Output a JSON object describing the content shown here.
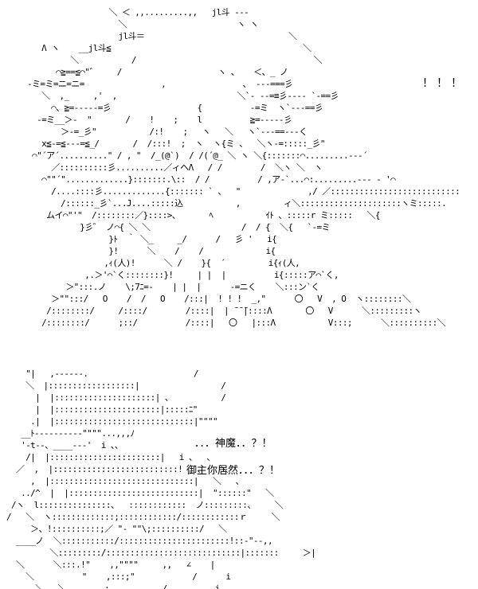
{
  "panel_top": {
    "exclaim": "！！！",
    "art": "                  ＼ ＜ ,,.........,,   jl斗 ‐‐‐\n                    ＼                       ヽ ヽ\n                    jl斗＝                              ＼\n    Λ ヽ    __jl斗≦                                        ＼\n          ＼           /                                     ＼\n       ⌒≧==≦⌒\"゛    /                    ヽ 、   ＜、_ ノ\n ‐ミ=ミ=ニ=ニ=                ,                、 ‐‐‐===彡\n    ＼  ,_     ,'  ,                         ＼`‐ ‐‐=≡彡‐‐‐‐ `‐==彡\n      ⌒、≧=‐‐‐‐‐=彡                  {          -=ミ  ヽ`‐‐‐==彡\n   -=ミ__＞‐  \"       /    !    ;    l          ≧=‐‐‐‐‐彡\n        ＞‐=_彡\"           /:!    ;   ヽ   ＼   ヽ`‐‐‐==‐‐‐く\n    x≦‐=≦‐‐‐=≦_/       /  /:::!  ;  ヽ  ヽ{ミ 、  ＼ヽ‐=:::::_彡\"\n  ⌒\"´ア´..........\" / , \"  /_(@`)  / /(´@_ ＼ ヽ ＼{:::::::⌒.........‐‐‐´\n      ／::::::::::彡..........／ィヘΛ   / /        /  ＼ヽ ＼  ヽ\n    ⌒\"\"´\".............}:::::::.\\::  / /          / ,ア‐`...⌒:.........‐‐‐ ‐ '⌒\n      /....::::彡.............{::::::: ` 、  \"              ,/ ／:::::::::::::::::::::::::::\n        /::::::_彡`...J....:::::込           ,         ィ＼:::::::::::::::::::::ヽミ:::::.\n     ムイ⌒\"'\"  /::::::::／}::::>、      ﾍ           ｲﾄ 、:::::r ミ:::::   ＼{\n            }彡゛ ノ⌒{ ＼ ＼                   /  / {  ＼{   `‐=ミ\n                  }ﾄ  ｀ ＼_     _/      /   彡 '   i{\n                  }!      ＼    /    /             i{\n                 ,ｨ(人)!      ＼ /    }{  ´         i{ｨ(人,\n             ,.＞'⌒`く::::::::}!     | |  |          i{:::::ア⌒`く,\n         ＞\":::.ノ    \\;7ﾆ=‐    | |  |      ‐=ニく    ＼:::ン`く\n      ＞\"\":::/   O    /  /   O    /:::|  ! ! !  _,\"      〇   V  , O  ヽ::::::::＼\n     /::::::::/     /::::/        /::::|  | ̄ ̄ ̄|::::Λ       〇   V      ＼:::::::::ヽ\n    /::::::::/      ;::/          /::::|   〇   |:::Λ           V:::;      ＼::::::::::＼"
  },
  "panel_bottom": {
    "art": "    \"|   ,‐‐‐‐‐‐.                      /\n    ＼  |::::::::::::::::::|                 /\n      |  |:::::::::::::::::::::| 、          /\n      |  |::::::::::::::::::::::|:::::ﾆ\"\n     .|  |:::::::::::::::::::::::::::::|\"\"\"\"\n   __ﾄ-‐‐‐‐‐‐‐‐‐\"\"\"\"...,,,ﾉ\n   '-t‐-、____-‐‐'  i 、、\n    /|  |:::::::::::::::::::::::|   i 、  、\n  ／  ,  |::::::::::::::::::::::::::!   、   ＼\n     ,  |::::::::::::::::::::::::::::::|   ＼   、\n   ../^  |  |:::::::::::::::::::::::::::|  \"::::::\"   ＼\n /ヽ  l:::::::::::::::、  ::::::::::::  ノ:::::::::、    ＼\n/   ＼  ヽ:::::::::::::;::::::::::::/::::::::::::ｒ     ＼\n     ＞、!::::::::::;／ \"‐ \"\"\\;::::::::::/   ＼\n  ____ノ  ＼:::::::::::/:::::::::::::::::::::::!::‐\"‐‐,,\n         ＼:::::::::/::::::::::::::::::::::::::::|:::::::     ＞|\n  ＼      ＼:::.!\"    ,,\"\"\"\"     ,,   ∠    |\n    ＼          \"    ,:::;\"            /      i\n      ＼   ＼        ;   ,.,     /          i\n        ＼         ＼   /  ＼  /           i",
    "dialogue": {
      "line1": "．．．神魔．．？！",
      "line2": "御主你居然．．．？！"
    }
  }
}
